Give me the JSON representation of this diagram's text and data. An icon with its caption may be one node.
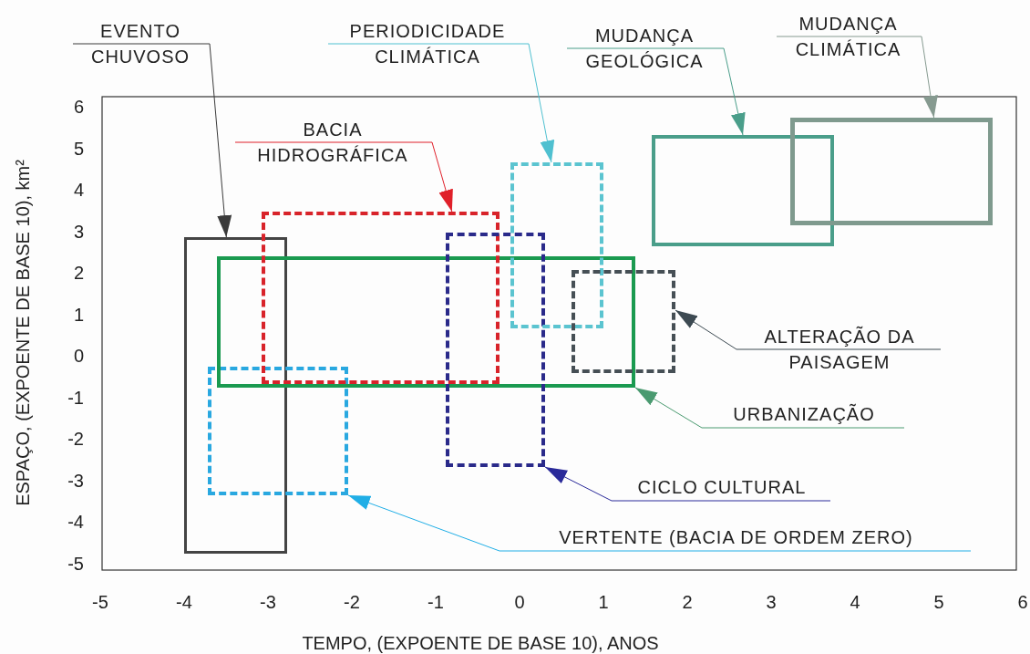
{
  "diagram": {
    "nodes": [
      {
        "text": [
          "EVENTO CHUVOSO"
        ]
      },
      {
        "text": [
          "PERIODICIDADE CLIMÁTICA"
        ]
      },
      {
        "text": [
          "MUDANÇA GEOLÓGICA"
        ]
      },
      {
        "text": [
          "MUDANÇA CLIMÁTICA"
        ]
      },
      {
        "text": [
          "BACIA HIDROGRÁFICA"
        ]
      },
      {
        "text": [
          "ALTERAÇÃO DA PAISAGEM"
        ]
      },
      {
        "text": [
          "URBANIZAÇÃO"
        ]
      },
      {
        "text": [
          "CICLO CULTURAL"
        ]
      },
      {
        "text": [
          "VERTENTE (BACIA DE ORDEM ZERO)"
        ]
      },
      {
        "text": [],
        "shape": "box"
      },
      {
        "text": [],
        "shape": "box"
      },
      {
        "text": [],
        "shape": "box"
      },
      {
        "text": [],
        "shape": "box"
      },
      {
        "text": [],
        "shape": "box"
      },
      {
        "text": [],
        "shape": "box"
      },
      {
        "text": [],
        "shape": "box"
      },
      {
        "text": [],
        "shape": "box"
      },
      {
        "text": [],
        "shape": "box"
      }
    ],
    "edges": [
      {
        "from": 0,
        "to": 9,
        "arrow": "to",
        "color": "#3a3a3a"
      },
      {
        "from": 1,
        "to": 14,
        "arrow": "to",
        "color": "#4fc0d0"
      },
      {
        "from": 2,
        "to": 16,
        "arrow": "to",
        "color": "#4a9e8a"
      },
      {
        "from": 3,
        "to": 17,
        "arrow": "to",
        "color": "#869a90"
      },
      {
        "from": 4,
        "to": 12,
        "arrow": "to",
        "color": "#e0202a"
      },
      {
        "from": 5,
        "to": 15,
        "arrow": "to",
        "color": "#3d4a52"
      },
      {
        "from": 6,
        "to": 11,
        "arrow": "to",
        "color": "#4a9a70"
      },
      {
        "from": 7,
        "to": 13,
        "arrow": "to",
        "color": "#2a2a9a"
      },
      {
        "from": 8,
        "to": 10,
        "arrow": "to",
        "color": "#20aee6"
      }
    ],
    "labels": [
      "6",
      "5",
      "4",
      "3",
      "2",
      "1",
      "0",
      "-1",
      "-2",
      "-3",
      "-4",
      "-5",
      "ESPAÇO, (EXPOENTE DE BASE 10), km²",
      "-5",
      "-4",
      "-3",
      "-2",
      "-1",
      "0",
      "1",
      "2",
      "3",
      "4",
      "5",
      "6",
      "TEMPO, (EXPOENTE DE BASE 10), ANOS"
    ]
  }
}
